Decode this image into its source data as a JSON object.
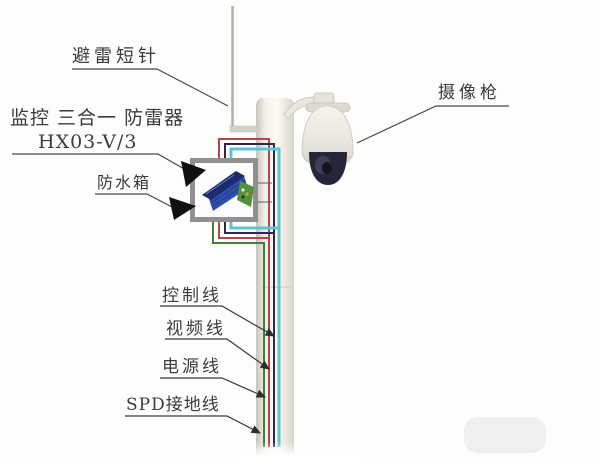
{
  "diagram": {
    "labels": {
      "lightning_rod": "避雷短针",
      "protector_name": "监控 三合一 防雷器",
      "protector_model": "HX03-V/3",
      "waterproof_box": "防水箱",
      "camera": "摄像枪"
    },
    "cables": [
      {
        "label": "控制线",
        "color": "#5fc3d6"
      },
      {
        "label": "视频线",
        "color": "#272b54"
      },
      {
        "label": "电源线",
        "color": "#b2484c"
      },
      {
        "label": "SPD接地线",
        "color": "#41803b"
      }
    ]
  }
}
